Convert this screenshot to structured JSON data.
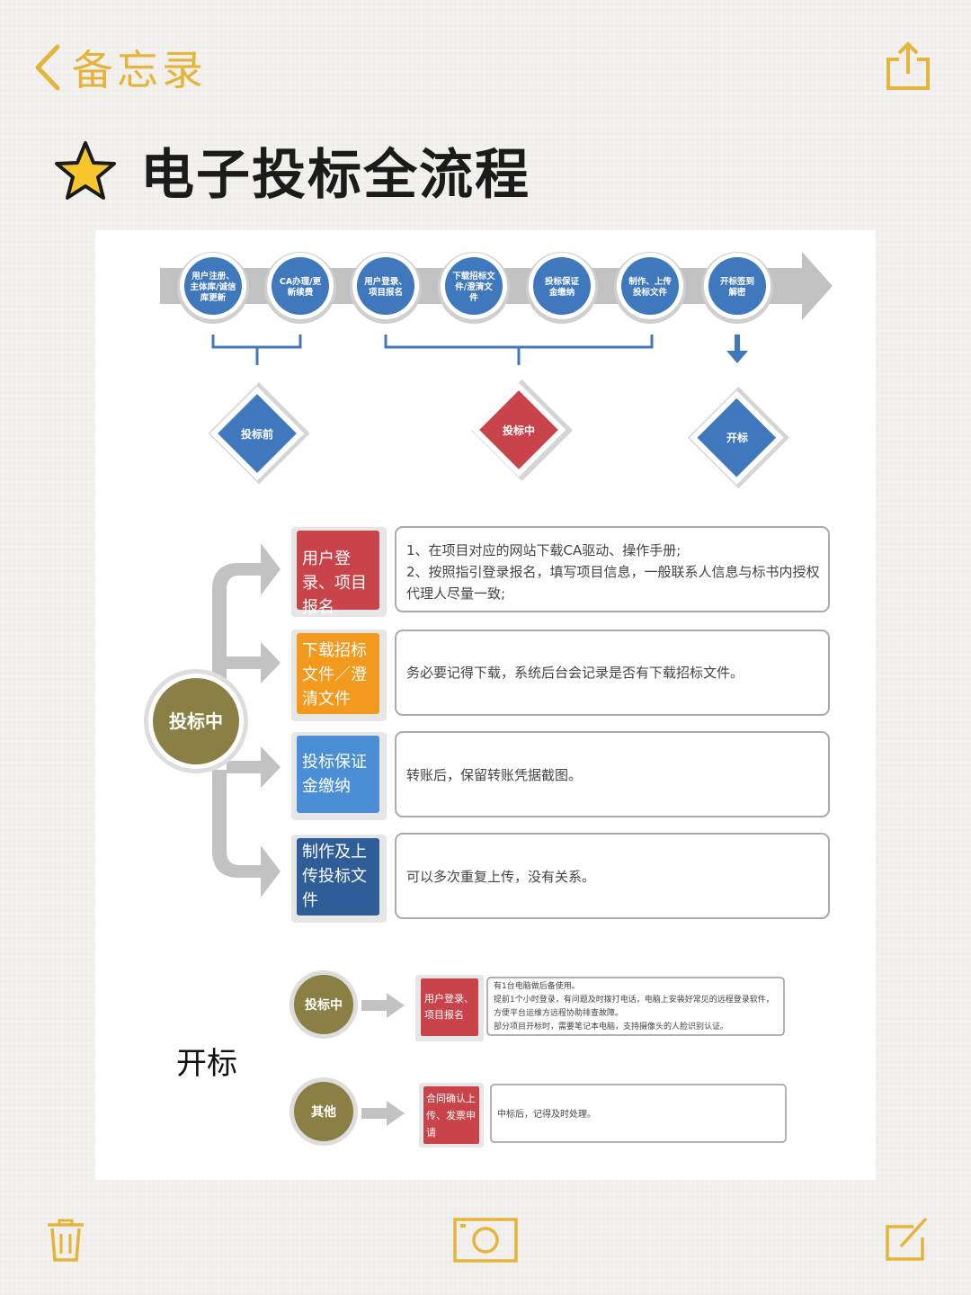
{
  "nav": {
    "back_label": "备忘录",
    "back_icon": "chevron-left-icon",
    "share_icon": "share-icon"
  },
  "note": {
    "title": "电子投标全流程",
    "title_icon": "star-icon"
  },
  "flow": {
    "steps": [
      {
        "lines": [
          "用户注册、",
          "主体库/诚信",
          "库更新"
        ]
      },
      {
        "lines": [
          "CA办理/更",
          "新续费"
        ]
      },
      {
        "lines": [
          "用户登录、",
          "项目报名"
        ]
      },
      {
        "lines": [
          "下载招标文",
          "件/澄清文",
          "件"
        ]
      },
      {
        "lines": [
          "投标保证",
          "金缴纳"
        ]
      },
      {
        "lines": [
          "制作、上传",
          "投标文件"
        ]
      },
      {
        "lines": [
          "开标签到",
          "解密"
        ]
      }
    ],
    "phases": [
      {
        "label": "投标前",
        "color": "#3f78bd"
      },
      {
        "label": "投标中",
        "color": "#c9434a"
      },
      {
        "label": "开标",
        "color": "#3f78bd"
      }
    ]
  },
  "detail": {
    "hub": "投标中",
    "items": [
      {
        "label": "用户登录、项目报名",
        "color": "#c9434a",
        "text": "1、在项目对应的网站下载CA驱动、操作手册;\n2、按照指引登录报名，填写项目信息，一般联系人信息与标书内授权代理人尽量一致;"
      },
      {
        "label": "下载招标文件／澄清文件",
        "color": "#f39a1e",
        "text": "务必要记得下载，系统后台会记录是否有下载招标文件。"
      },
      {
        "label": "投标保证金缴纳",
        "color": "#4a8fd6",
        "text": "转账后，保留转账凭据截图。"
      },
      {
        "label": "制作及上传投标文件",
        "color": "#2f5d97",
        "text": "可以多次重复上传，没有关系。"
      }
    ]
  },
  "opening": {
    "label": "开标",
    "rows": [
      {
        "hub": "投标中",
        "label": "用户登录、项目报名",
        "color": "#c9434a",
        "text": "有1台电脑做后备使用。\n提前1个小时登录，有问题及时拨打电话，电脑上安装好常见的远程登录软件，方便平台运维方远程协助排查故障。\n部分项目开标时，需要笔记本电脑，支持摄像头的人脸识别认证。"
      },
      {
        "hub": "其他",
        "label": "合同确认上传、发票申请",
        "color": "#c9434a",
        "text": "中标后，记得及时处理。"
      }
    ]
  },
  "footer": {
    "delete_icon": "trash-icon",
    "camera_icon": "camera-icon",
    "compose_icon": "compose-icon"
  },
  "colors": {
    "accent": "#e5b43a",
    "hub": "#8a7f45",
    "step": "#3f78bd",
    "arrow": "#bfbfbf"
  }
}
